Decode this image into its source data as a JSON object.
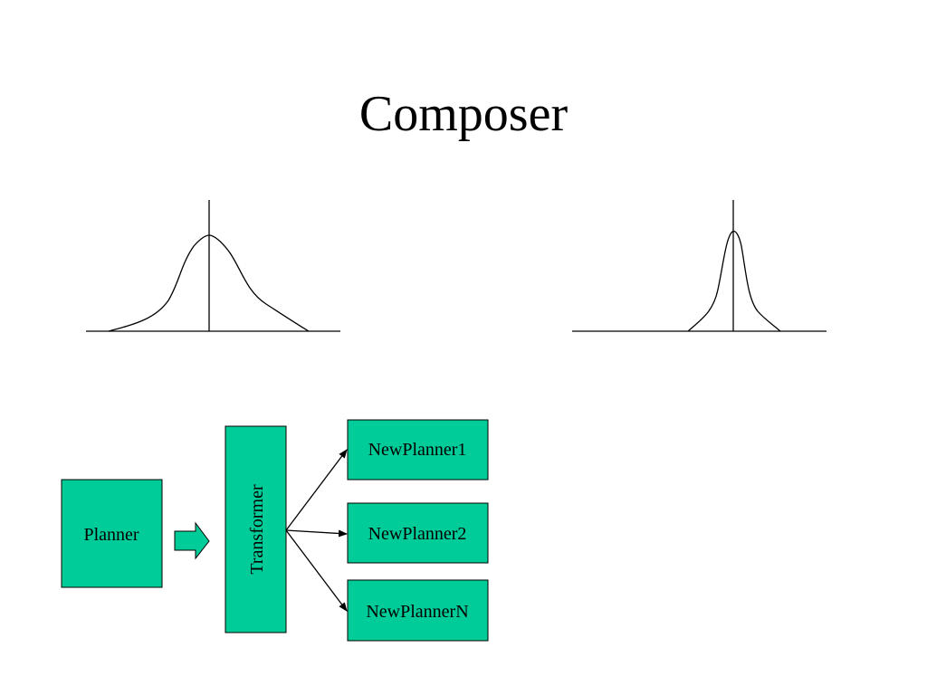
{
  "slide": {
    "title": "Composer"
  },
  "diagram": {
    "fill_color": "#00CC99",
    "stroke_color": "#000000",
    "boxes": {
      "planner": "Planner",
      "transformer": "Transformer",
      "outputs": [
        "NewPlanner1",
        "NewPlanner2",
        "NewPlannerN"
      ]
    }
  }
}
